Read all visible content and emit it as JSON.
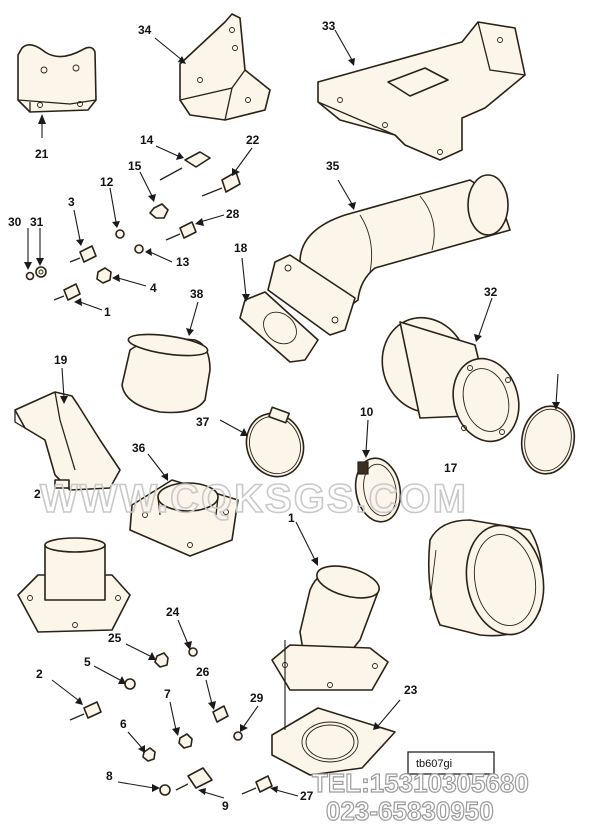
{
  "diagram": {
    "callouts": [
      "21",
      "34",
      "33",
      "14",
      "22",
      "15",
      "12",
      "3",
      "28",
      "30",
      "31",
      "13",
      "4",
      "1",
      "35",
      "18",
      "38",
      "32",
      "19",
      "37",
      "10",
      "36",
      "17",
      "2",
      "24",
      "25",
      "5",
      "26",
      "7",
      "29",
      "6",
      "23",
      "8",
      "9",
      "27"
    ],
    "reference_code": "tb607gi"
  },
  "watermark": {
    "site": "WWW.CQKSGS.COM",
    "tel": "TEL:15310305680",
    "phone": "023-65830950"
  }
}
